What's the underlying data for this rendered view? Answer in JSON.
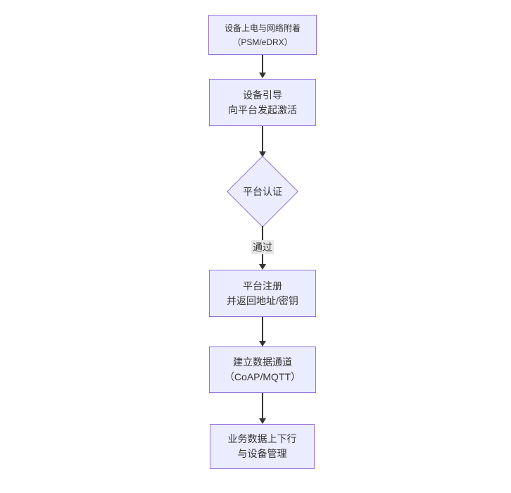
{
  "diagram": {
    "type": "flowchart-top-down",
    "colors": {
      "node_fill": "#ECECFF",
      "node_border": "#9370DB",
      "text": "#333333",
      "arrow": "#333333",
      "edge_label_bg": "#e8e8e8",
      "page_bg": "#ffffff"
    },
    "nodes": [
      {
        "id": "power-attach",
        "shape": "rect",
        "lines": [
          "设备上电与网络附着",
          "（PSM/eDRX）"
        ]
      },
      {
        "id": "bootstrap",
        "shape": "rect",
        "lines": [
          "设备引导",
          "向平台发起激活"
        ]
      },
      {
        "id": "platform-auth",
        "shape": "diamond",
        "lines": [
          "平台认证"
        ]
      },
      {
        "id": "platform-register",
        "shape": "rect",
        "lines": [
          "平台注册",
          "并返回地址/密钥"
        ]
      },
      {
        "id": "data-channel",
        "shape": "rect",
        "lines": [
          "建立数据通道",
          "（CoAP/MQTT）"
        ]
      },
      {
        "id": "business-data",
        "shape": "rect",
        "lines": [
          "业务数据上下行",
          "与设备管理"
        ]
      }
    ],
    "edges": [
      {
        "from": "power-attach",
        "to": "bootstrap",
        "label": ""
      },
      {
        "from": "bootstrap",
        "to": "platform-auth",
        "label": ""
      },
      {
        "from": "platform-auth",
        "to": "platform-register",
        "label": "通过"
      },
      {
        "from": "platform-register",
        "to": "data-channel",
        "label": ""
      },
      {
        "from": "data-channel",
        "to": "business-data",
        "label": ""
      }
    ]
  }
}
